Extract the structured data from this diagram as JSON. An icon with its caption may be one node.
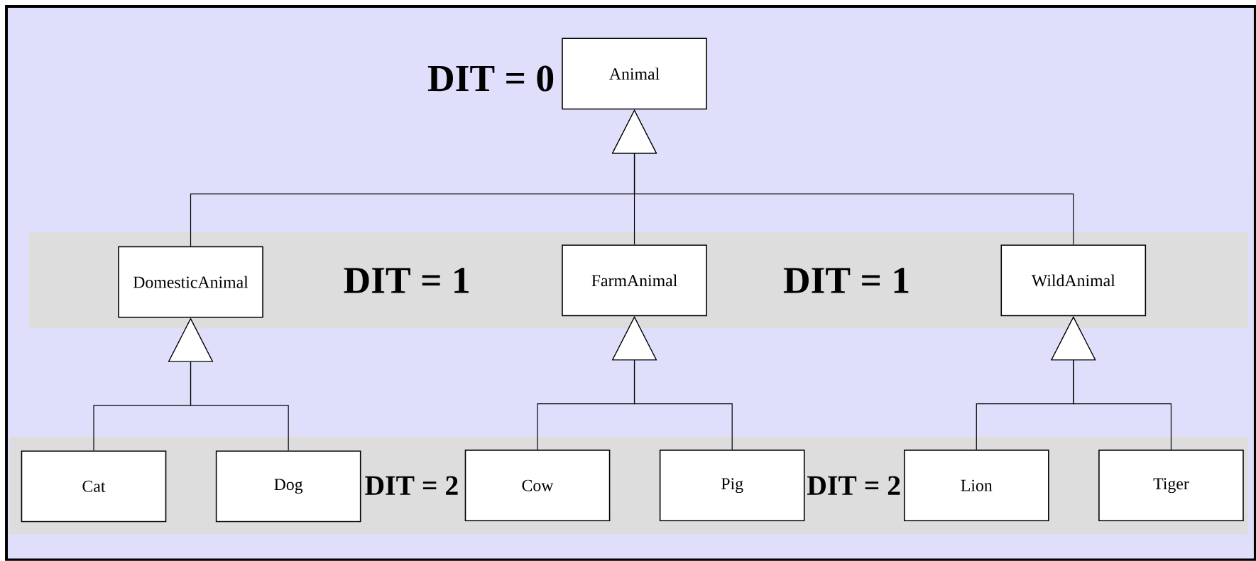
{
  "diagram": {
    "nodes": [
      {
        "text": [
          "Animal"
        ]
      },
      {
        "text": [
          "DomesticAnimal"
        ]
      },
      {
        "text": [
          "FarmAnimal"
        ]
      },
      {
        "text": [
          "WildAnimal"
        ]
      },
      {
        "text": [
          "Cat"
        ]
      },
      {
        "text": [
          "Dog"
        ]
      },
      {
        "text": [
          "Cow"
        ]
      },
      {
        "text": [
          "Pig"
        ]
      },
      {
        "text": [
          "Lion"
        ]
      },
      {
        "text": [
          "Tiger"
        ]
      }
    ],
    "edges": [
      {
        "from": 1,
        "to": 0,
        "arrow": "to"
      },
      {
        "from": 2,
        "to": 0,
        "arrow": "to"
      },
      {
        "from": 3,
        "to": 0,
        "arrow": "to"
      },
      {
        "from": 4,
        "to": 1,
        "arrow": "to"
      },
      {
        "from": 5,
        "to": 1,
        "arrow": "to"
      },
      {
        "from": 6,
        "to": 2,
        "arrow": "to"
      },
      {
        "from": 7,
        "to": 2,
        "arrow": "to"
      },
      {
        "from": 8,
        "to": 3,
        "arrow": "to"
      },
      {
        "from": 9,
        "to": 3,
        "arrow": "to"
      }
    ],
    "labels": [
      "DIT = 0",
      "DIT = 1",
      "DIT = 1",
      "DIT = 2",
      "DIT = 2"
    ]
  }
}
